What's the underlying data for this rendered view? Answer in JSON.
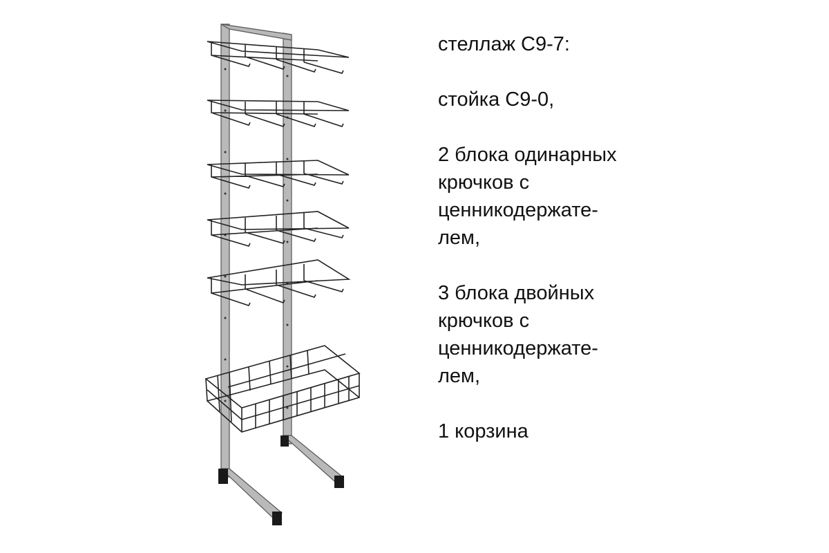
{
  "product": {
    "title": "стеллаж С9-7:",
    "items": [
      {
        "lines": [
          "стойка С9-0,"
        ]
      },
      {
        "lines": [
          "2 блока одинарных",
          "крючков с",
          "ценникодержате-",
          "лем,"
        ]
      },
      {
        "lines": [
          "3 блока двойных",
          "крючков с",
          "ценникодержате-",
          "лем,"
        ]
      },
      {
        "lines": [
          "1 корзина"
        ]
      }
    ]
  }
}
